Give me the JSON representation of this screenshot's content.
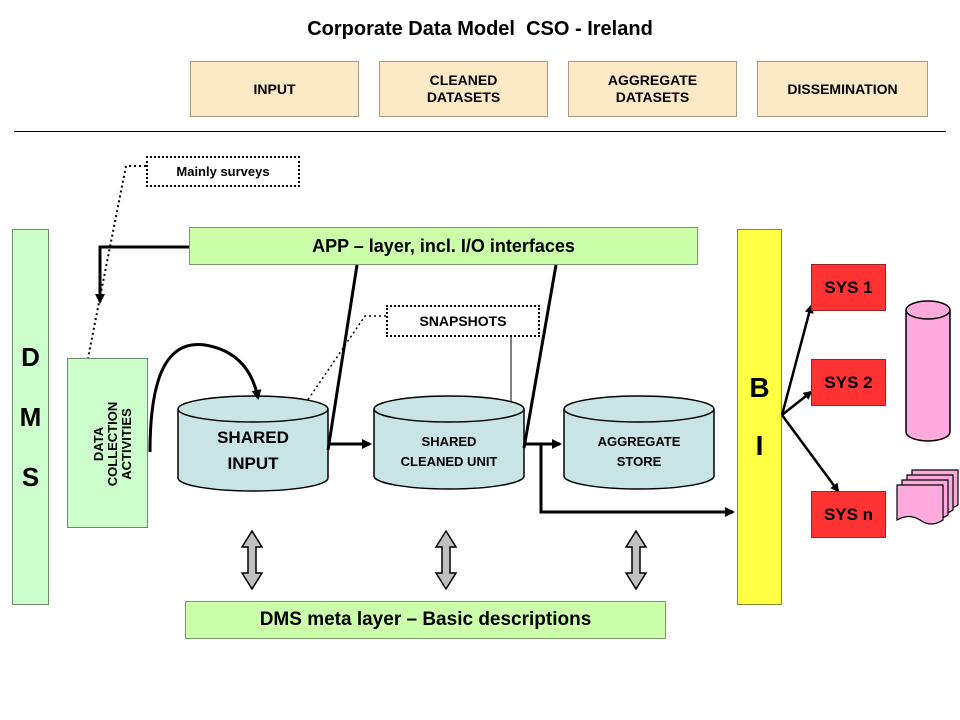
{
  "title": "Corporate Data Model  CSO - Ireland",
  "phases": [
    {
      "label": "INPUT"
    },
    {
      "label": "CLEANED\nDATASETS"
    },
    {
      "label": "AGGREGATE\nDATASETS"
    },
    {
      "label": "DISSEMINATION"
    }
  ],
  "callouts": {
    "mainly_surveys": "Mainly surveys",
    "snapshots": "SNAPSHOTS"
  },
  "app_layer": "APP – layer,  incl.  I/O  interfaces",
  "meta_layer": "DMS meta layer – Basic descriptions",
  "dms_letters": [
    "D",
    "M",
    "S"
  ],
  "bi_letters": [
    "B",
    "I"
  ],
  "data_collection": "DATA\nCOLLECTION\nACTIVITIES",
  "stores": {
    "shared_input": "SHARED\nINPUT",
    "shared_cleaned": "SHARED\nCLEANED UNIT",
    "aggregate": "AGGREGATE\nSTORE"
  },
  "systems": [
    "SYS 1",
    "SYS 2",
    "SYS n"
  ],
  "colors": {
    "phase_fill": "#fce9c6",
    "green_fill": "#ccffaa",
    "bi_fill": "#ffff44",
    "sys_fill": "#ff3333",
    "cylinder_fill": "#c8e4e4",
    "pink_fill": "#ffaadd"
  }
}
